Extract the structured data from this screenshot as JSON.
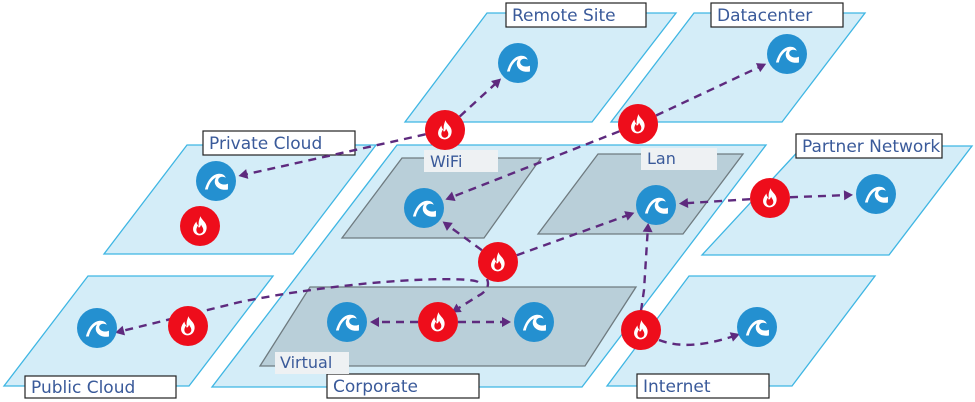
{
  "diagram": {
    "title": "Network segmentation zones",
    "colors": {
      "zone_fill": "#d4edf8",
      "zone_border": "#3fb6e3",
      "subzone_fill": "#b9cfd9",
      "firewall": "#ee0d1b",
      "service": "#2490d0",
      "flow": "#5e2a7e",
      "label_text": "#3a5a9a"
    },
    "zones": [
      {
        "id": "remote-site",
        "label": "Remote Site"
      },
      {
        "id": "datacenter",
        "label": "Datacenter"
      },
      {
        "id": "private-cloud",
        "label": "Private Cloud"
      },
      {
        "id": "partner-network",
        "label": "Partner Network"
      },
      {
        "id": "corporate",
        "label": "Corporate"
      },
      {
        "id": "public-cloud",
        "label": "Public Cloud"
      },
      {
        "id": "internet",
        "label": "Internet"
      }
    ],
    "subzones": [
      {
        "id": "wifi",
        "parent": "corporate",
        "label": "WiFi"
      },
      {
        "id": "lan",
        "parent": "corporate",
        "label": "Lan"
      },
      {
        "id": "virtual",
        "parent": "corporate",
        "label": "Virtual"
      }
    ],
    "icons": {
      "firewall": "flame-icon",
      "service": "wave-icon"
    },
    "nodes": [
      {
        "id": "svc-remote",
        "type": "service",
        "zone": "remote-site"
      },
      {
        "id": "svc-datacenter",
        "type": "service",
        "zone": "datacenter"
      },
      {
        "id": "svc-private",
        "type": "service",
        "zone": "private-cloud"
      },
      {
        "id": "fw-private",
        "type": "firewall",
        "zone": "private-cloud"
      },
      {
        "id": "svc-partner",
        "type": "service",
        "zone": "partner-network"
      },
      {
        "id": "fw-partner",
        "type": "firewall",
        "zone": "partner-network"
      },
      {
        "id": "svc-wifi",
        "type": "service",
        "zone": "wifi"
      },
      {
        "id": "svc-lan",
        "type": "service",
        "zone": "lan"
      },
      {
        "id": "svc-virtual-left",
        "type": "service",
        "zone": "virtual"
      },
      {
        "id": "fw-virtual",
        "type": "firewall",
        "zone": "virtual"
      },
      {
        "id": "svc-virtual-right",
        "type": "service",
        "zone": "virtual"
      },
      {
        "id": "fw-corporate",
        "type": "firewall",
        "zone": "corporate"
      },
      {
        "id": "fw-wifi-edge",
        "type": "firewall",
        "zone": "corporate"
      },
      {
        "id": "fw-lan-edge",
        "type": "firewall",
        "zone": "corporate"
      },
      {
        "id": "svc-public",
        "type": "service",
        "zone": "public-cloud"
      },
      {
        "id": "fw-public",
        "type": "firewall",
        "zone": "public-cloud"
      },
      {
        "id": "svc-internet",
        "type": "service",
        "zone": "internet"
      },
      {
        "id": "fw-internet",
        "type": "firewall",
        "zone": "internet"
      }
    ],
    "flows": [
      {
        "from": "fw-wifi-edge",
        "to": "svc-remote"
      },
      {
        "from": "fw-wifi-edge",
        "to": "svc-private"
      },
      {
        "from": "fw-lan-edge",
        "to": "svc-datacenter"
      },
      {
        "from": "fw-lan-edge",
        "to": "svc-wifi"
      },
      {
        "from": "fw-partner",
        "to": "svc-partner"
      },
      {
        "from": "fw-partner",
        "to": "svc-lan"
      },
      {
        "from": "fw-corporate",
        "to": "svc-wifi"
      },
      {
        "from": "fw-corporate",
        "to": "svc-lan"
      },
      {
        "from": "fw-corporate",
        "to": "fw-virtual"
      },
      {
        "from": "fw-corporate",
        "to": "svc-public"
      },
      {
        "from": "fw-virtual",
        "to": "svc-virtual-left"
      },
      {
        "from": "fw-virtual",
        "to": "svc-virtual-right"
      },
      {
        "from": "fw-internet",
        "to": "svc-lan"
      },
      {
        "from": "fw-internet",
        "to": "svc-internet"
      }
    ]
  }
}
